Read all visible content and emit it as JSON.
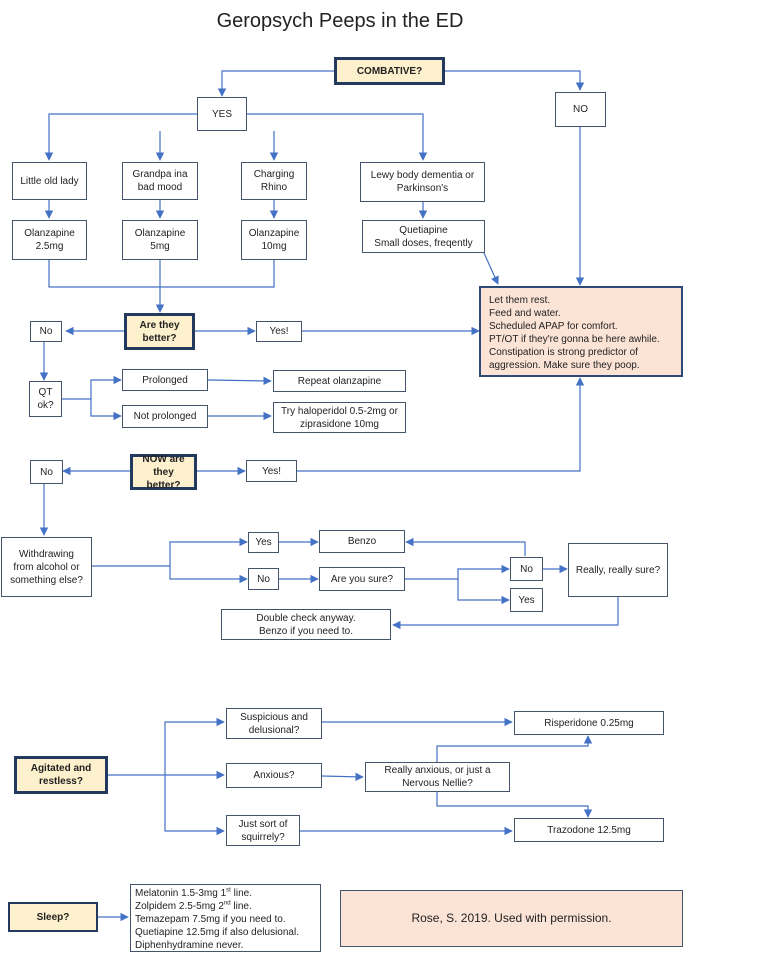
{
  "title": "Geropsych Peeps in the ED",
  "nodes": {
    "combative": "COMBATIVE?",
    "yes_top": "YES",
    "no_top": "NO",
    "little_old_lady": "Little old lady",
    "grandpa": "Grandpa ina\nbad mood",
    "charging_rhino": "Charging\nRhino",
    "lewy_body": "Lewy body dementia or\nParkinson's",
    "olanzapine_25": "Olanzapine\n2.5mg",
    "olanzapine_5": "Olanzapine\n5mg",
    "olanzapine_10": "Olanzapine\n10mg",
    "quetiapine": "Quetiapine\nSmall doses, freqently",
    "rest_note": "Let them rest.\nFeed and water.\nScheduled APAP for comfort.\nPT/OT if they're gonna be here awhile.\nConstipation is strong predictor of aggression. Make sure they poop.",
    "are_they_better": "Are they\nbetter?",
    "no_1": "No",
    "yes_1": "Yes!",
    "qt_ok": "QT\nok?",
    "prolonged": "Prolonged",
    "not_prolonged": "Not prolonged",
    "repeat_olanzapine": "Repeat olanzapine",
    "try_haloperidol": "Try haloperidol 0.5-2mg or\nziprasidone 10mg",
    "now_better": "NOW are\nthey better?",
    "no_2": "No",
    "yes_2": "Yes!",
    "withdrawing": "Withdrawing\nfrom alcohol or\nsomething else?",
    "yes_3": "Yes",
    "no_3": "No",
    "benzo": "Benzo",
    "are_you_sure": "Are you sure?",
    "no_4": "No",
    "yes_4": "Yes",
    "really_sure": "Really, really sure?",
    "double_check": "Double check anyway.\nBenzo if you need to.",
    "agitated": "Agitated and\nrestless?",
    "suspicious": "Suspicious and\ndelusional?",
    "anxious": "Anxious?",
    "squirrely": "Just sort of\nsquirrely?",
    "really_anxious": "Really anxious, or just a\nNervous Nellie?",
    "risperidone": "Risperidone 0.25mg",
    "trazodone": "Trazodone 12.5mg",
    "sleep": "Sleep?",
    "melatonin_a": "Melatonin 1.5-3mg 1",
    "melatonin_sup": "st",
    "melatonin_b": " line.",
    "zolpidem_a": "Zolpidem 2.5-5mg 2",
    "zolpidem_sup": "nd",
    "zolpidem_b": " line.",
    "temazepam": "Temazepam 7.5mg if you need to.",
    "quetiapine_sleep": "Quetiapine 12.5mg if also delusional.",
    "diphenhydramine": "Diphenhydramine never.",
    "credit": "Rose, S. 2019. Used with permission."
  },
  "colors": {
    "line": "#4472c4",
    "question_fill": "#fdf0cc",
    "note_fill": "#fbe3d6",
    "border": "#233a5e"
  }
}
